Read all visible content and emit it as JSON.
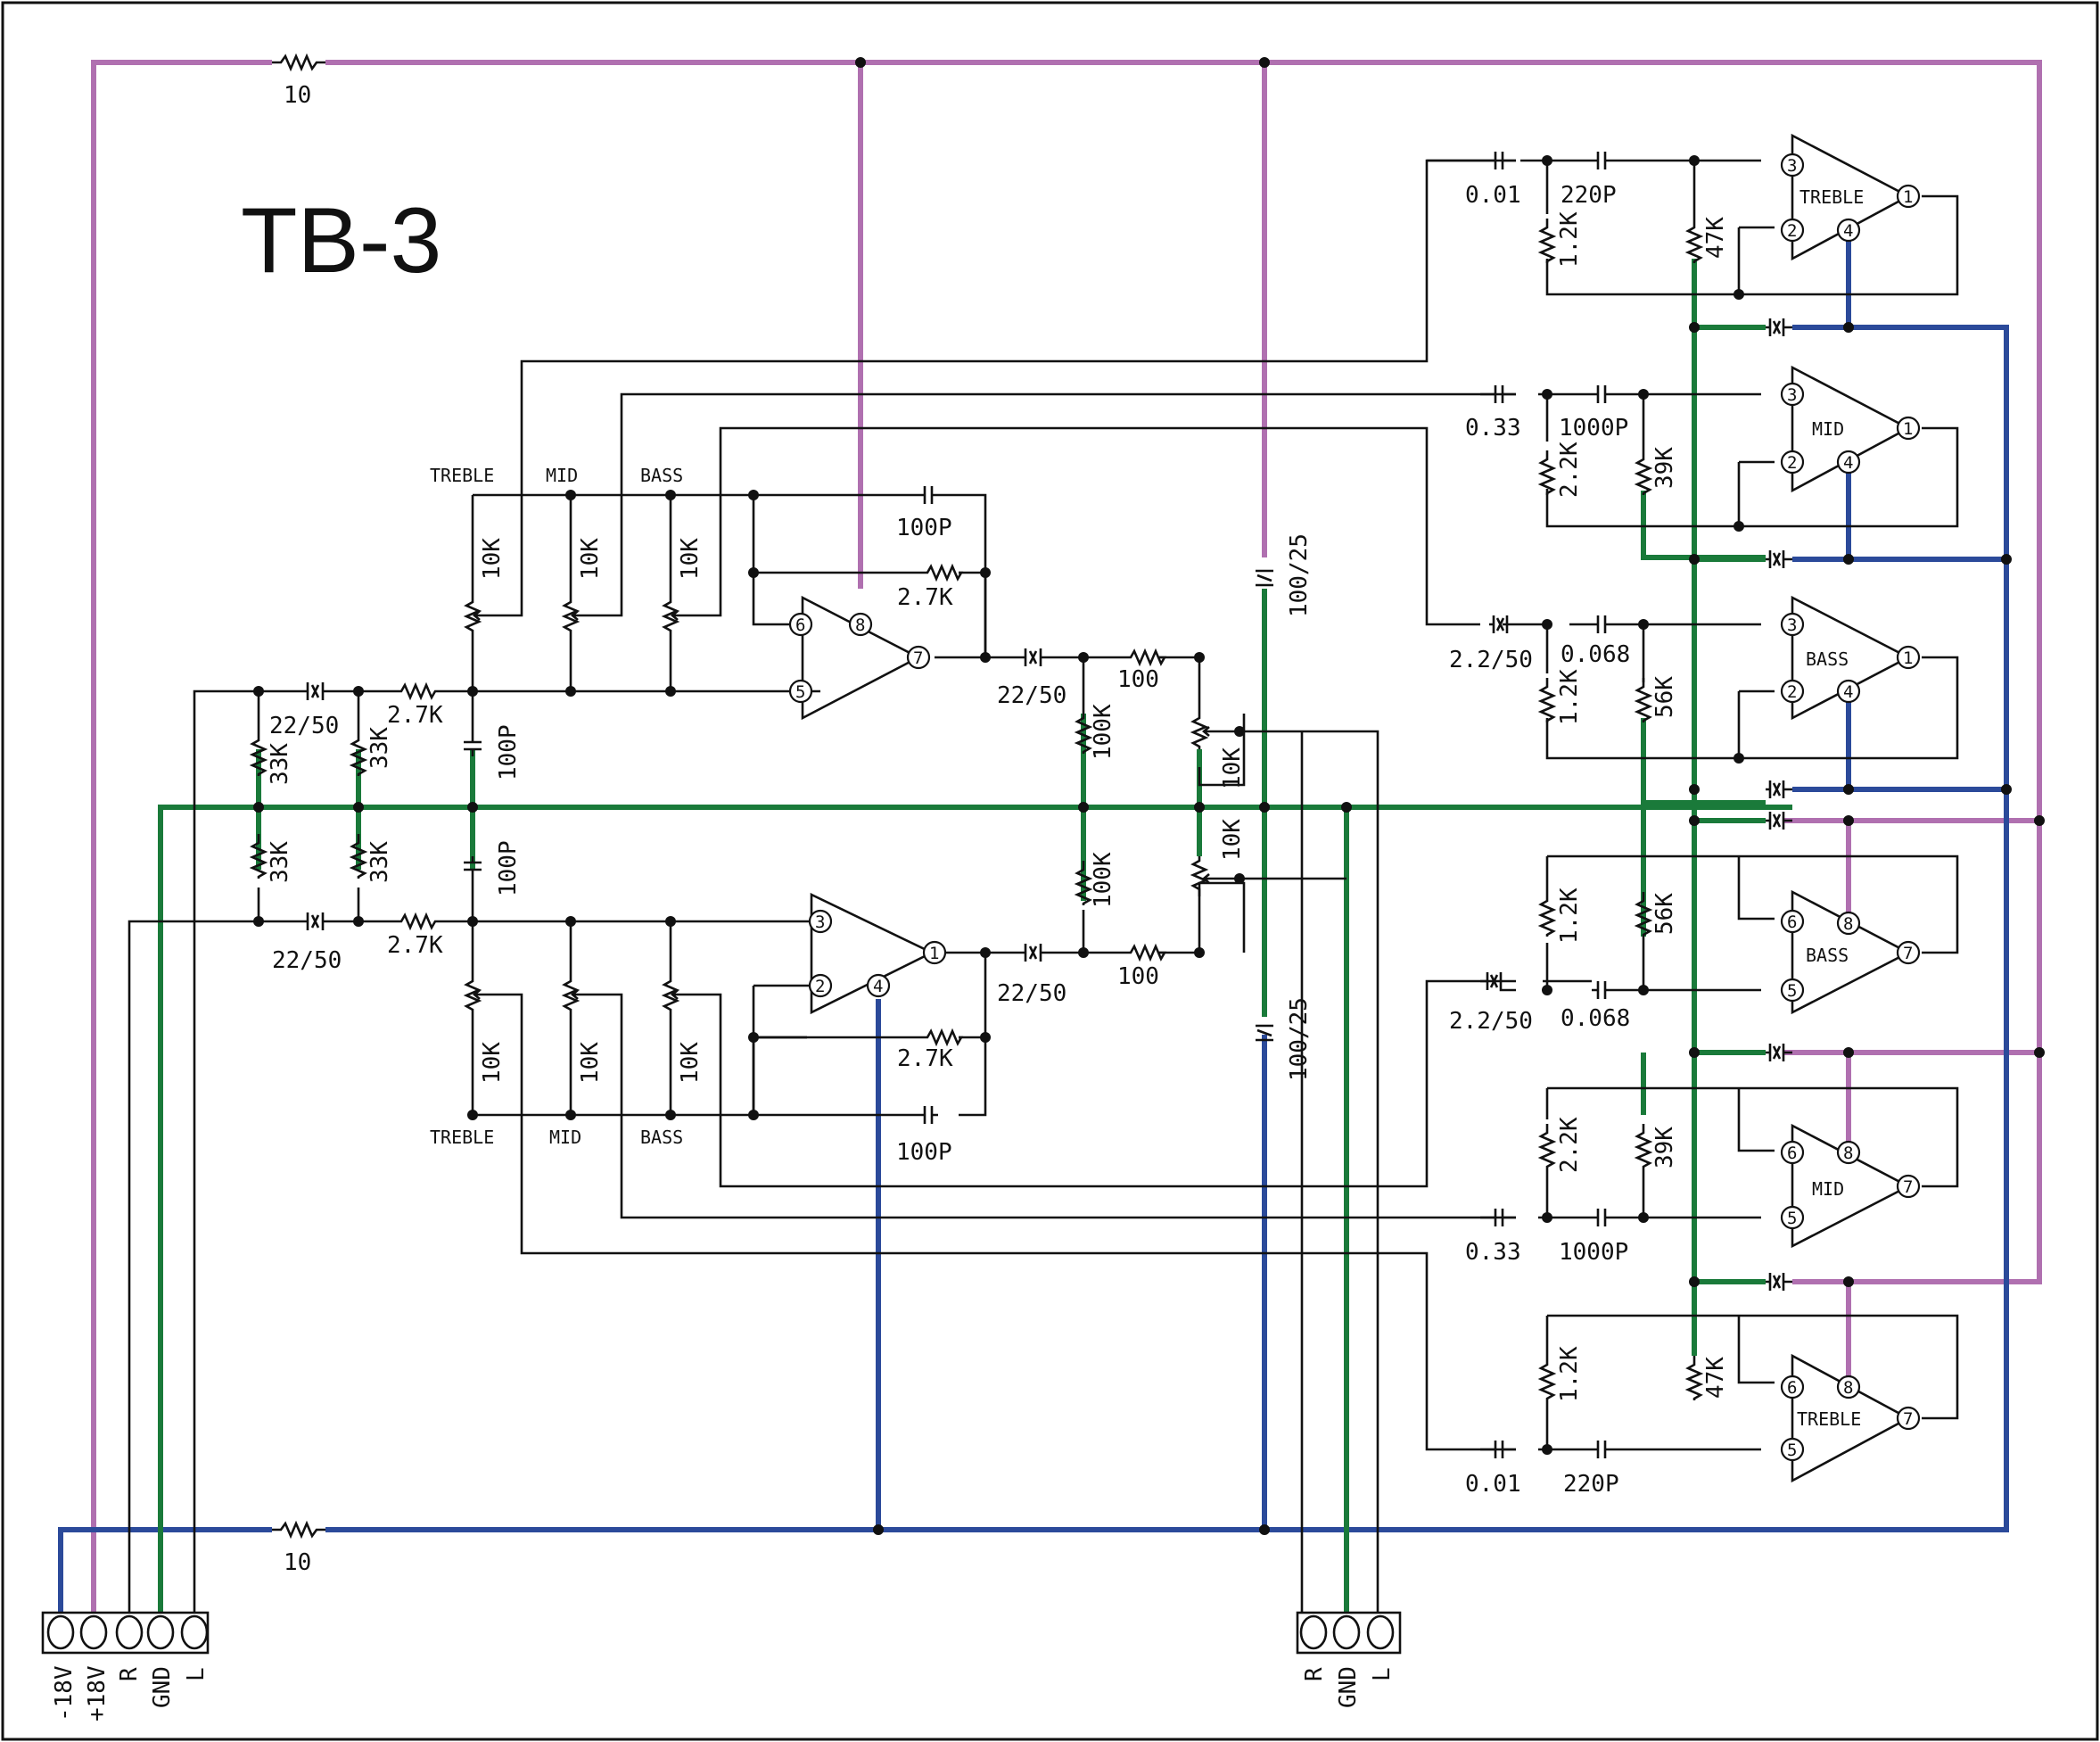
{
  "title": "TB-3",
  "colors": {
    "pos": "#b070b0",
    "neg": "#2b4a9a",
    "gnd": "#1a7a3a",
    "wire": "#111111"
  },
  "supply_resistors": [
    {
      "id": "r-top",
      "value": "10"
    },
    {
      "id": "r-bot",
      "value": "10"
    }
  ],
  "connectors": {
    "power": {
      "pins": [
        "-18V",
        "+18V",
        "R",
        "GND",
        "L"
      ]
    },
    "output": {
      "pins": [
        "R",
        "GND",
        "L"
      ]
    }
  },
  "pot_headers": [
    "TREBLE",
    "MID",
    "BASS"
  ],
  "labels": {
    "pot10k": "10K",
    "r33k": "33K",
    "r27k": "2.7K",
    "c2250": "22/50",
    "c100p": "100P",
    "r100": "100",
    "r100k": "100K",
    "c10025": "100/25",
    "c001": "0.01",
    "c220p": "220P",
    "r12k": "1.2K",
    "r47k": "47K",
    "c033": "0.33",
    "c1000p": "1000P",
    "r22k": "2.2K",
    "r39k": "39K",
    "c22_50": "2.2/50",
    "c0068": "0.068",
    "r56k": "56K"
  },
  "opamp_names": {
    "treble": "TREBLE",
    "mid": "MID",
    "bass": "BASS"
  },
  "pin_numbers": [
    "1",
    "2",
    "3",
    "4",
    "5",
    "6",
    "7",
    "8"
  ],
  "icons": {
    "resistor": "resistor-symbol",
    "capacitor": "capacitor-symbol",
    "pot": "potentiometer-symbol",
    "opamp": "opamp-triangle"
  }
}
